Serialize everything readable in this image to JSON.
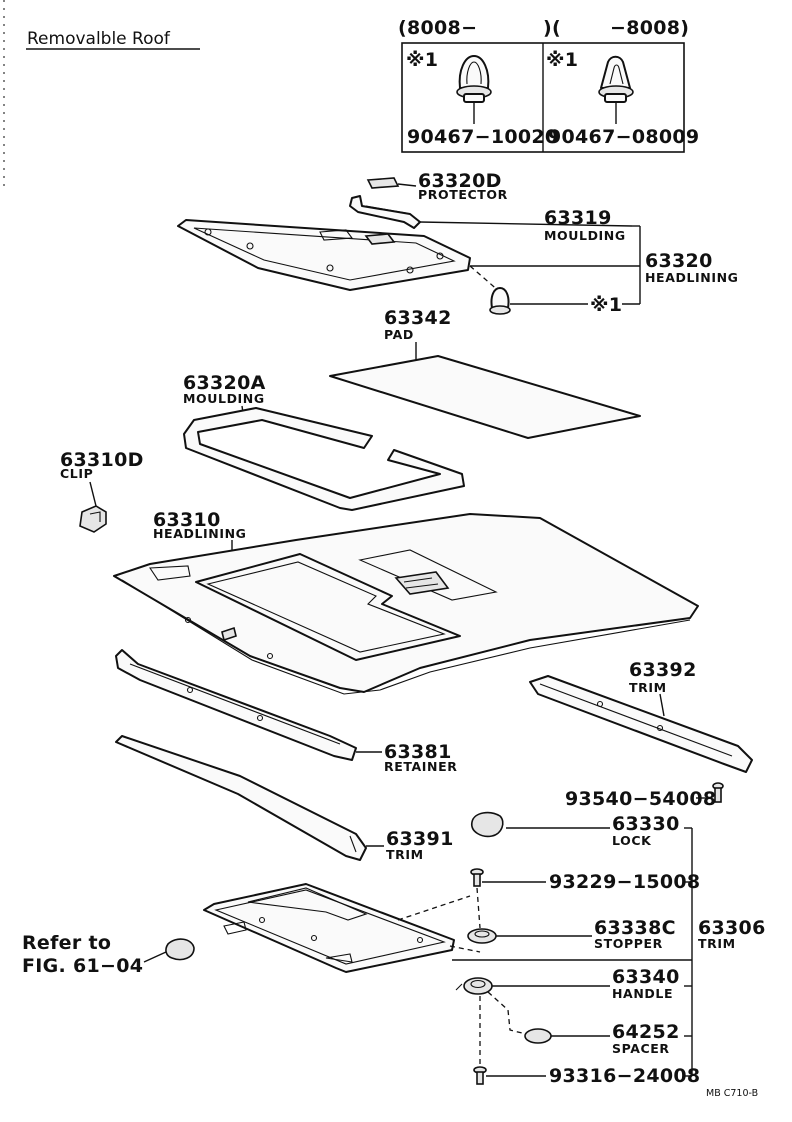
{
  "title": "Removalble Roof",
  "date_header": {
    "left": "(8008−",
    "mid": ")(",
    "right": "−8008)"
  },
  "variants": [
    {
      "mark": "※1",
      "part_no": "90467−10020"
    },
    {
      "mark": "※1",
      "part_no": "90467−08009"
    }
  ],
  "parts": [
    {
      "no": "63320D",
      "name": "PROTECTOR"
    },
    {
      "no": "63319",
      "name": "MOULDING"
    },
    {
      "no": "63320",
      "name": "HEADLINING"
    },
    {
      "no": "※1",
      "name": ""
    },
    {
      "no": "63342",
      "name": "PAD"
    },
    {
      "no": "63320A",
      "name": "MOULDING"
    },
    {
      "no": "63310D",
      "name": "CLIP"
    },
    {
      "no": "63310",
      "name": "HEADLINING"
    },
    {
      "no": "63392",
      "name": "TRIM"
    },
    {
      "no": "63381",
      "name": "RETAINER"
    },
    {
      "no": "93540−54008",
      "name": ""
    },
    {
      "no": "63391",
      "name": "TRIM"
    },
    {
      "no": "63330",
      "name": "LOCK"
    },
    {
      "no": "93229−15008",
      "name": ""
    },
    {
      "no": "63338C",
      "name": "STOPPER"
    },
    {
      "no": "63306",
      "name": "TRIM"
    },
    {
      "no": "63340",
      "name": "HANDLE"
    },
    {
      "no": "64252",
      "name": "SPACER"
    },
    {
      "no": "93316−24008",
      "name": ""
    }
  ],
  "refer": {
    "line1": "Refer to",
    "line2": "FIG. 61−04"
  },
  "drawing_code": "MB C710-B"
}
